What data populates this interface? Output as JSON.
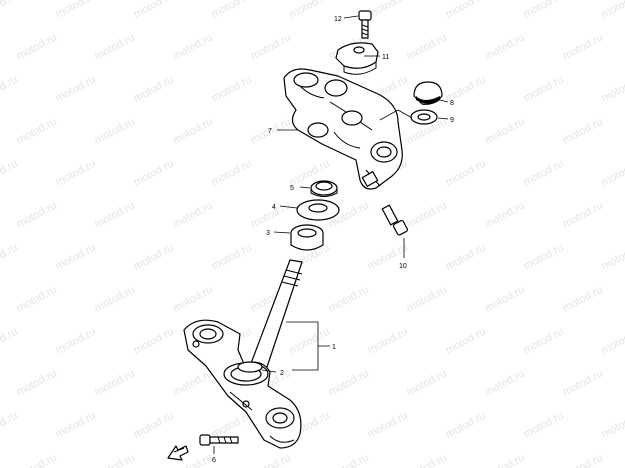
{
  "watermark": {
    "text": "motod.ru"
  },
  "callouts": {
    "c1": "1",
    "c2": "2",
    "c3": "3",
    "c4": "4",
    "c5": "5",
    "c6": "6",
    "c7": "7",
    "c8": "8",
    "c9": "9",
    "c10": "10",
    "c11": "11",
    "c12": "12"
  },
  "icons": {
    "front_arrow": "front-direction-arrow-icon"
  }
}
